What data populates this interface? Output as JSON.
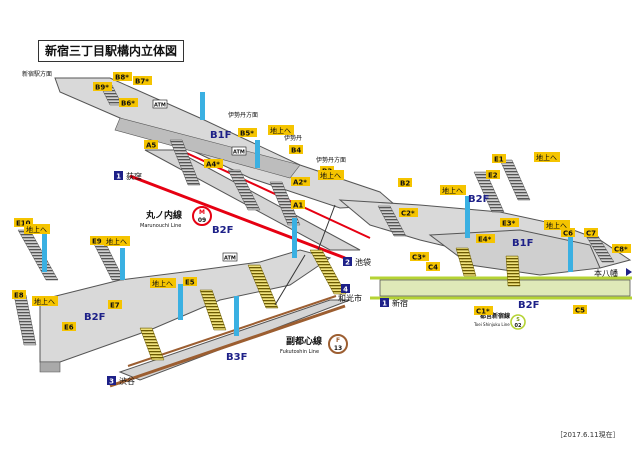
{
  "title": "新宿三丁目駅構内立体図",
  "date_note": "［2017.6.11現在］",
  "colors": {
    "platform_fill": "#d8d8d8",
    "platform_edge": "#555555",
    "marunouchi": "#e60012",
    "fukutoshin": "#9c5e31",
    "shinjuku_line": "#b5d334",
    "exit_badge": "#f5c400",
    "elevator": "#3ab0e2",
    "direction_badge": "#1d2088"
  },
  "levels": [
    {
      "id": "b1f_top",
      "label": "B1F"
    },
    {
      "id": "b2f_mid",
      "label": "B2F"
    },
    {
      "id": "b3f",
      "label": "B3F"
    },
    {
      "id": "b2f_left",
      "label": "B2F"
    },
    {
      "id": "b2f_right_top",
      "label": "B2F"
    },
    {
      "id": "b1f_right",
      "label": "B1F"
    },
    {
      "id": "b2f_right_bottom",
      "label": "B2F"
    }
  ],
  "lines": [
    {
      "id": "marunouchi",
      "name": "丸ノ内線",
      "name_en": "Marunouchi Line",
      "code_letter": "M",
      "code_num": "09"
    },
    {
      "id": "fukutoshin",
      "name": "副都心線",
      "name_en": "Fukutoshin Line",
      "code_letter": "F",
      "code_num": "13"
    },
    {
      "id": "shinjuku",
      "name": "都営新宿線",
      "name_en": "Toei Shinjuku Line",
      "code_letter": "S",
      "code_num": "02"
    }
  ],
  "directions": [
    {
      "num": "1",
      "label": "荻窪"
    },
    {
      "num": "2",
      "label": "池袋"
    },
    {
      "num": "3",
      "label": "渋谷"
    },
    {
      "num": "4",
      "label": "和光市"
    },
    {
      "num": "1",
      "label": "新宿"
    },
    {
      "num": "",
      "label": "本八幡"
    }
  ],
  "exits": [
    {
      "label": "B9*"
    },
    {
      "label": "B8*"
    },
    {
      "label": "B7*"
    },
    {
      "label": "B6*"
    },
    {
      "label": "B5*"
    },
    {
      "label": "B4"
    },
    {
      "label": "B3"
    },
    {
      "label": "B2"
    },
    {
      "label": "A5"
    },
    {
      "label": "A4*"
    },
    {
      "label": "A2*"
    },
    {
      "label": "A1"
    },
    {
      "label": "C2*"
    },
    {
      "label": "C3*"
    },
    {
      "label": "C4"
    },
    {
      "label": "C5"
    },
    {
      "label": "C6"
    },
    {
      "label": "C7"
    },
    {
      "label": "C8*"
    },
    {
      "label": "C1*"
    },
    {
      "label": "E1"
    },
    {
      "label": "E2"
    },
    {
      "label": "E3*"
    },
    {
      "label": "E4*"
    },
    {
      "label": "E5"
    },
    {
      "label": "E6"
    },
    {
      "label": "E7"
    },
    {
      "label": "E8"
    },
    {
      "label": "E9"
    },
    {
      "label": "E10"
    }
  ],
  "place_labels": {
    "shinjuku_direction": "新宿駅方面",
    "isetan1": "伊勢丹方面",
    "isetan2": "伊勢丹",
    "isetan3": "伊勢丹方面"
  },
  "ground_labels": [
    "地上へ",
    "地上へ",
    "地上へ",
    "地上へ",
    "地上へ",
    "地上へ",
    "地上へ",
    "地上へ",
    "地上へ"
  ],
  "atm_labels": [
    "ATM",
    "ATM",
    "ATM"
  ]
}
